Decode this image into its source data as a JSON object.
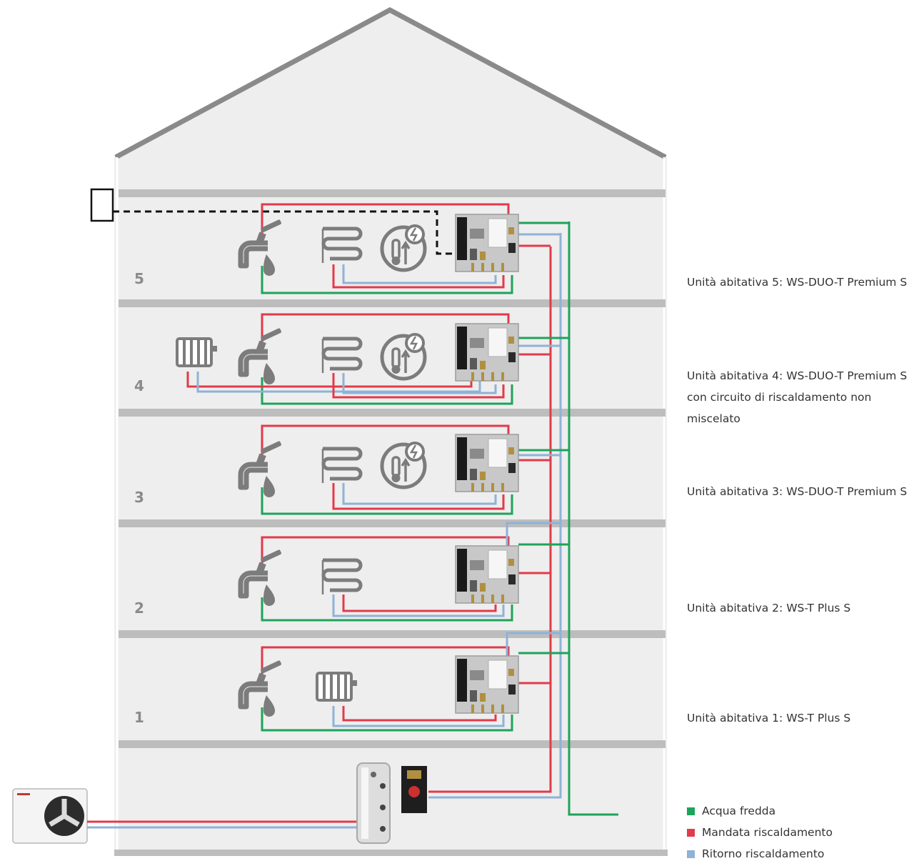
{
  "floors": [
    {
      "number": "5",
      "label": "Unità abitativa 5: WS-DUO-T Premium S"
    },
    {
      "number": "4",
      "label": "Unità abitativa 4: WS-DUO-T Premium S con circuito di riscaldamento non miscelato"
    },
    {
      "number": "3",
      "label": "Unità abitativa 3: WS-DUO-T Premium S"
    },
    {
      "number": "2",
      "label": "Unità abitativa 2: WS-T Plus S"
    },
    {
      "number": "1",
      "label": "Unità abitativa 1: WS-T Plus S"
    }
  ],
  "unit_label_lines": {
    "f5": [
      "Unità abitativa 5: WS-DUO-T Premium S"
    ],
    "f4": [
      "Unità abitativa 4: WS-DUO-T Premium S",
      "con circuito di riscaldamento non",
      "miscelato"
    ],
    "f3": [
      "Unità abitativa 3: WS-DUO-T Premium S"
    ],
    "f2": [
      "Unità abitativa 2: WS-T Plus S"
    ],
    "f1": [
      "Unità abitativa 1: WS-T Plus S"
    ]
  },
  "legend": [
    {
      "label": "Acqua fredda",
      "color": "#1ea35a"
    },
    {
      "label": "Mandata riscaldamento",
      "color": "#e23a4a"
    },
    {
      "label": "Ritorno riscaldamento",
      "color": "#8fb2d6"
    }
  ],
  "colors": {
    "cold_water": "#1ea35a",
    "heating_flow": "#e23a4a",
    "heating_return": "#8fb2d6",
    "building": "#eeeeee",
    "slab": "#bdbdbd",
    "icon": "#7c7c7c"
  },
  "icons": {
    "tap": "faucet-icon",
    "floor_heating": "underfloor-heating-icon",
    "radiator": "radiator-icon",
    "water_heater": "electric-water-heater-icon",
    "control": "control-unit-icon",
    "heat_pump": "outdoor-heat-pump-icon",
    "buffer": "buffer-tank-icon"
  }
}
